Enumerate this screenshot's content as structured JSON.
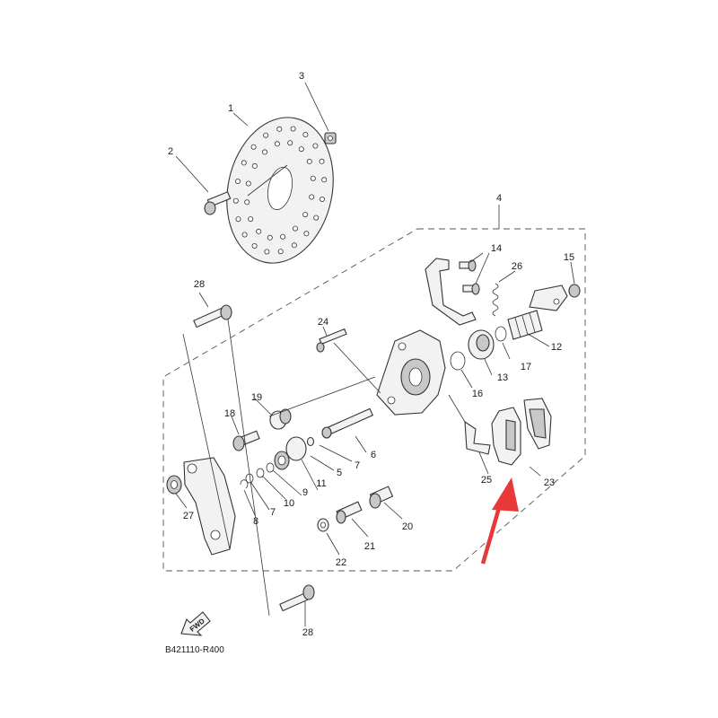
{
  "diagram": {
    "callouts": [
      "1",
      "2",
      "3",
      "4",
      "5",
      "6",
      "7",
      "7",
      "8",
      "9",
      "10",
      "11",
      "12",
      "13",
      "14",
      "15",
      "16",
      "17",
      "18",
      "19",
      "20",
      "21",
      "22",
      "23",
      "24",
      "25",
      "26",
      "27",
      "28",
      "28"
    ],
    "reference_code": "B421110-R400",
    "fwd_label": "FWD",
    "highlight_color": "#e8393a"
  }
}
